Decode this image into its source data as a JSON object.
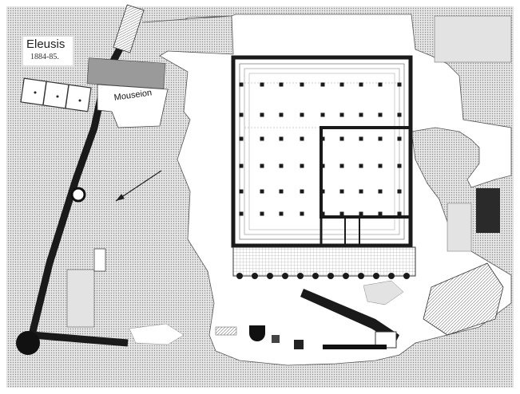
{
  "map": {
    "title": "Eleusis",
    "date": "1884-85.",
    "labels": {
      "mouseion": "Mouseion"
    }
  },
  "colors": {
    "stipple": "#c9c9c9",
    "background": "#ffffff",
    "wall": "#1a1a1a",
    "line": "#333333"
  }
}
